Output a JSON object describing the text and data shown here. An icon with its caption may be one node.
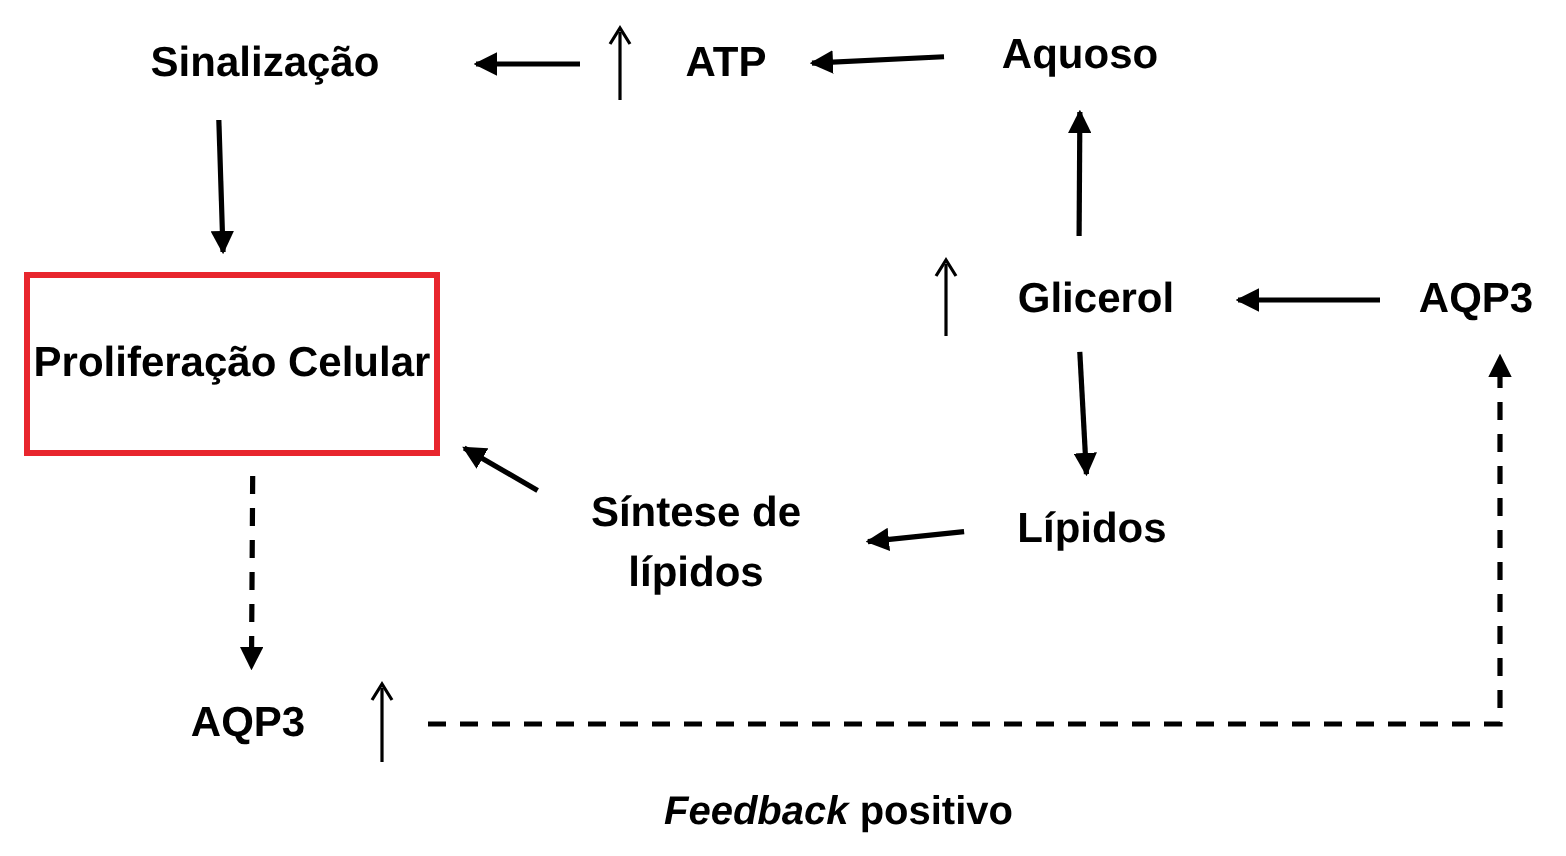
{
  "diagram": {
    "nodes": [
      {
        "text": [
          "Sinalização"
        ]
      },
      {
        "text": [
          "ATP"
        ]
      },
      {
        "text": [
          "Aquoso"
        ]
      },
      {
        "text": [
          "Glicerol"
        ]
      },
      {
        "text": [
          "AQP3"
        ]
      },
      {
        "text": [
          "Proliferação Celular"
        ]
      },
      {
        "text": [
          "Síntese de lípidos"
        ]
      },
      {
        "text": [
          "Lípidos"
        ]
      },
      {
        "text": [
          "AQP3"
        ]
      }
    ],
    "edges": [
      {
        "from": 2,
        "to": 1,
        "arrow": "to"
      },
      {
        "from": 1,
        "to": 0,
        "arrow": "to"
      },
      {
        "from": 0,
        "to": 5,
        "arrow": "to"
      },
      {
        "from": 3,
        "to": 2,
        "arrow": "to"
      },
      {
        "from": 4,
        "to": 3,
        "arrow": "to"
      },
      {
        "from": 3,
        "to": 7,
        "arrow": "to"
      },
      {
        "from": 7,
        "to": 6,
        "arrow": "to"
      },
      {
        "from": 6,
        "to": 5,
        "arrow": "to"
      },
      {
        "from": 5,
        "to": 8,
        "arrow": "to",
        "style": "dashed"
      },
      {
        "from": 8,
        "to": 4,
        "arrow": "to",
        "style": "dashed"
      }
    ],
    "labels": [
      "*Feedback* positivo"
    ]
  }
}
